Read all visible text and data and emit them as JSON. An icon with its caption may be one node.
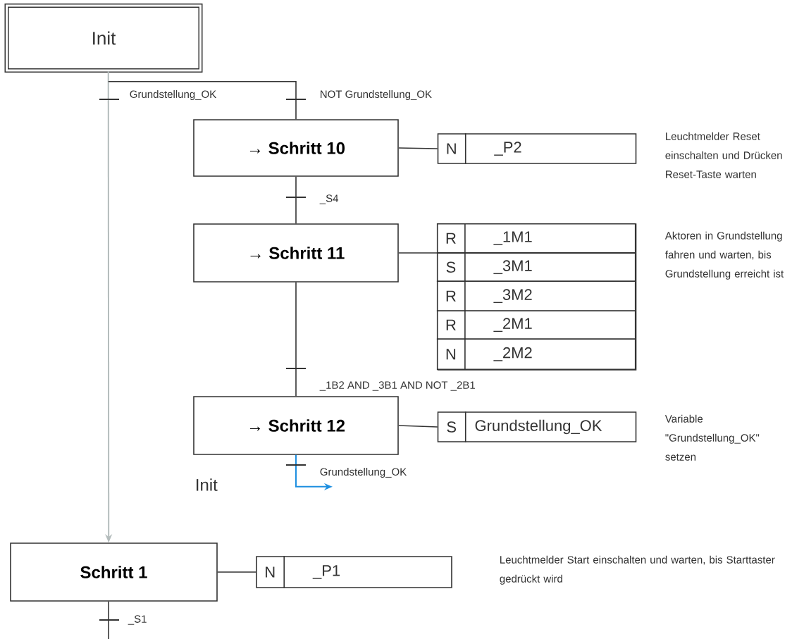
{
  "diagram": {
    "nodes": [
      {
        "text": [
          "Init"
        ]
      },
      {
        "text": [
          "→ Schritt 10"
        ]
      },
      {
        "text": [
          "N",
          "_P2"
        ]
      },
      {
        "text": [
          "→ Schritt 11"
        ]
      },
      {
        "text": [],
        "shape": "box"
      },
      {
        "text": [
          "R",
          "_1M1"
        ],
        "in": 4
      },
      {
        "text": [
          "S",
          "_3M1"
        ],
        "in": 4
      },
      {
        "text": [
          "R",
          "_3M2"
        ],
        "in": 4
      },
      {
        "text": [
          "R",
          "_2M1"
        ],
        "in": 4
      },
      {
        "text": [
          "N",
          "_2M2"
        ],
        "in": 4
      },
      {
        "text": [
          "→ Schritt 12"
        ]
      },
      {
        "text": [
          "S",
          "Grundstellung_OK"
        ]
      },
      {
        "text": [
          "Schritt 1"
        ]
      },
      {
        "text": [
          "N",
          "_P1"
        ]
      }
    ],
    "edges": [
      {
        "from": 0,
        "to": 12,
        "arrow": "to",
        "label": "Grundstellung_OK",
        "color": "#b4bcbc"
      },
      {
        "from": 0,
        "to": 1,
        "arrow": "none",
        "label": "NOT Grundstellung_OK"
      },
      {
        "from": 1,
        "to": 2,
        "arrow": "none"
      },
      {
        "from": 1,
        "to": 3,
        "arrow": "none",
        "label": "_S4"
      },
      {
        "from": 3,
        "to": 4,
        "arrow": "none"
      },
      {
        "from": 3,
        "to": 10,
        "arrow": "none",
        "label": "_1B2 AND _3B1 AND NOT _2B1"
      },
      {
        "from": 10,
        "to": 11,
        "arrow": "none"
      },
      {
        "from": 10,
        "to": null,
        "arrow": "to",
        "label": "Grundstellung_OK",
        "color": "#1e8fe0"
      },
      {
        "from": 12,
        "to": 13,
        "arrow": "none"
      },
      {
        "from": 12,
        "to": null,
        "arrow": "none",
        "label": "_S1"
      }
    ],
    "labels": [
      "Leuchtmelder Reset einschalten und Drücken Reset-Taste warten",
      "Aktoren in Grundstellung fahren und warten, bis Grundstellung erreicht ist",
      "Variable \"Grundstellung_OK\" setzen",
      "Init",
      "Leuchtmelder Start einschalten und warten, bis Starttaster gedrückt wird"
    ]
  }
}
